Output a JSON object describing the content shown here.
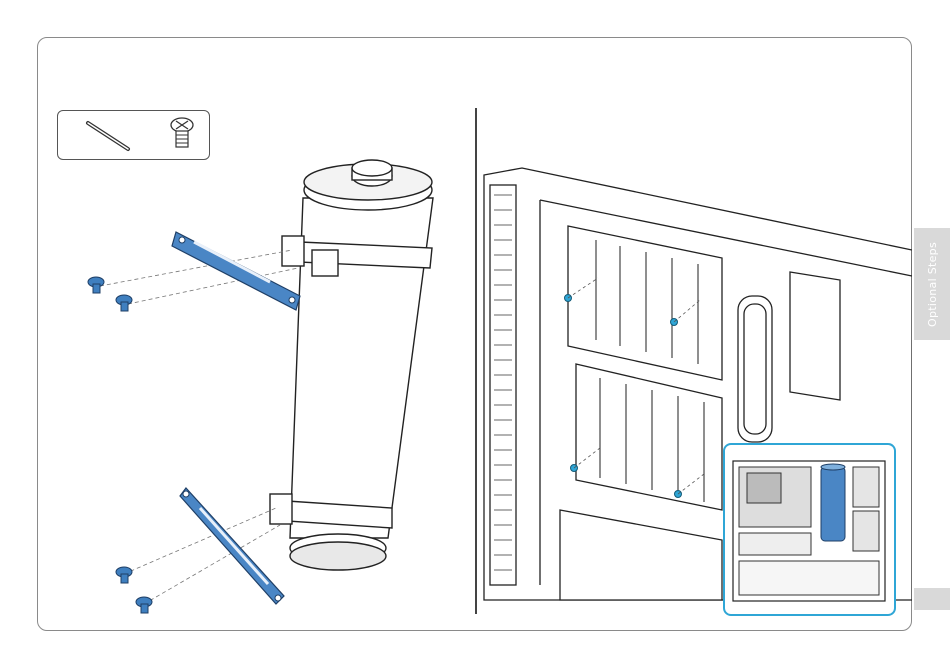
{
  "side_tab": {
    "label": "Optional Steps"
  },
  "colors": {
    "accent_blue": "#4a86c5",
    "highlight_cyan": "#2fa6d6",
    "screw_blue": "#3f7fbf",
    "frame_gray": "#8a8a8a"
  },
  "icons": {
    "parts": [
      "screwdriver-icon",
      "screw-icon"
    ],
    "left_panel": "reservoir-bracket-illustration",
    "right_panel": "case-interior-illustration",
    "inset": "installed-reservoir-thumbnail"
  }
}
